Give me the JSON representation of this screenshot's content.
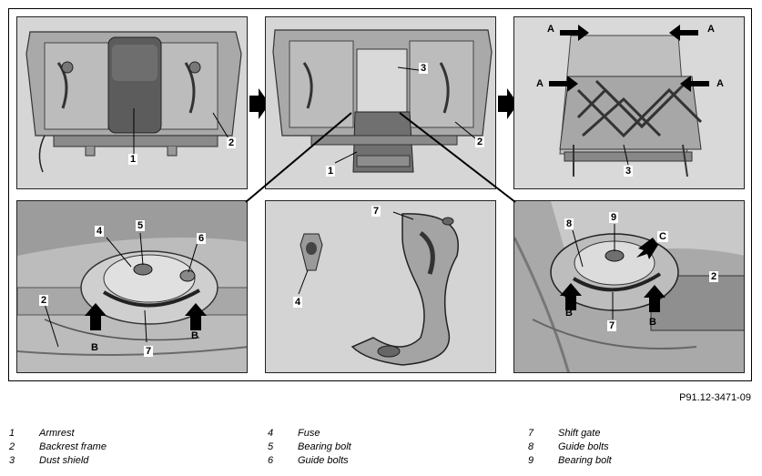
{
  "figure": {
    "reference": "P91.12-3471-09",
    "callouts": {
      "p1": [
        "1",
        "2"
      ],
      "p2": [
        "3",
        "1",
        "2"
      ],
      "p3": [
        "A",
        "A",
        "A",
        "A",
        "3"
      ],
      "p4": [
        "5",
        "4",
        "6",
        "2",
        "B",
        "7",
        "B"
      ],
      "p5": [
        "7",
        "4"
      ],
      "p6": [
        "9",
        "8",
        "C",
        "2",
        "B",
        "7",
        "B"
      ]
    }
  },
  "legend": {
    "col1": [
      {
        "num": "1",
        "text": "Armrest"
      },
      {
        "num": "2",
        "text": "Backrest frame"
      },
      {
        "num": "3",
        "text": "Dust shield"
      }
    ],
    "col2": [
      {
        "num": "4",
        "text": "Fuse"
      },
      {
        "num": "5",
        "text": "Bearing bolt"
      },
      {
        "num": "6",
        "text": "Guide bolts"
      }
    ],
    "col3": [
      {
        "num": "7",
        "text": "Shift gate"
      },
      {
        "num": "8",
        "text": "Guide bolts"
      },
      {
        "num": "9",
        "text": "Bearing bolt"
      }
    ]
  }
}
